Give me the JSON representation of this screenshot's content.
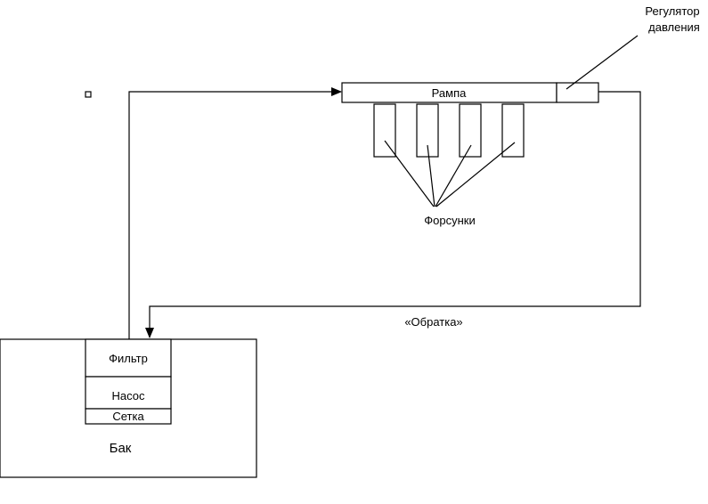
{
  "labels": {
    "regulator_line1": "Регулятор",
    "regulator_line2": "давления",
    "rail": "Рампа",
    "injectors": "Форсунки",
    "return_line": "«Обратка»",
    "filter": "Фильтр",
    "pump": "Насос",
    "mesh": "Сетка",
    "tank": "Бак"
  }
}
